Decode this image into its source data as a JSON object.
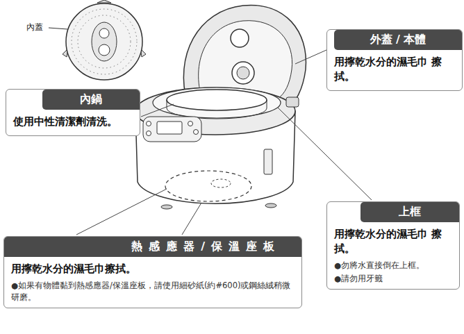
{
  "diagram": {
    "nodes": [
      {
        "text": [
          "外蓋 / 本體",
          "用擰乾水分的濕毛巾 擦拭。"
        ]
      },
      {
        "text": [
          "內鍋",
          "使用中性清潔劑清洗。"
        ]
      },
      {
        "text": [
          "上框",
          "用擰乾水分的濕毛巾 擦拭。",
          "●勿將水直接倒在上框。",
          "●請勿用牙籤"
        ]
      },
      {
        "text": [
          "熱感應器/保溫座板",
          "用擰乾水分的濕毛巾擦拭。",
          "●如果有物體黏到熱感應器/保溫座板，請使用細砂紙(約#600)或鋼絲絨稍微研磨。"
        ]
      }
    ],
    "labels": [
      "內蓋"
    ]
  }
}
